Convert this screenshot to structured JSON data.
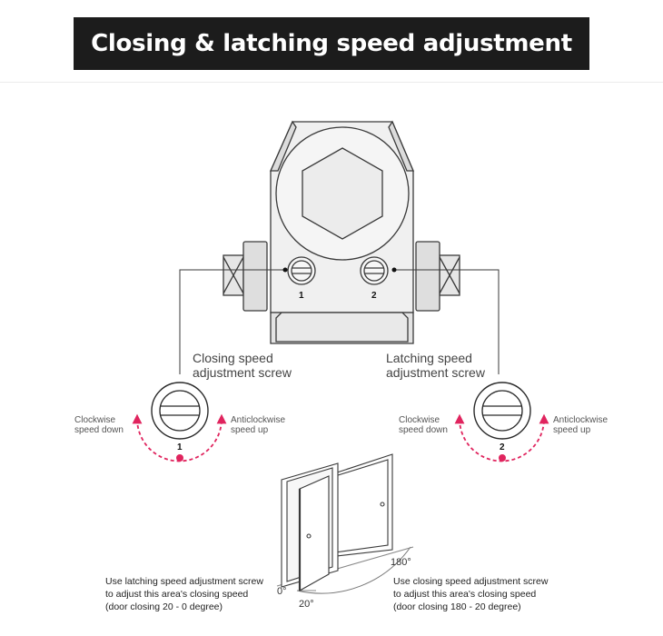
{
  "title": "Closing & latching speed adjustment",
  "screws": {
    "closing": {
      "number": "1",
      "label_line1": "Closing speed",
      "label_line2": "adjustment screw",
      "left_direction_line1": "Clockwise",
      "left_direction_line2": "speed down",
      "right_direction_line1": "Anticlockwise",
      "right_direction_line2": "speed up"
    },
    "latching": {
      "number": "2",
      "label_line1": "Latching speed",
      "label_line2": "adjustment screw",
      "left_direction_line1": "Clockwise",
      "left_direction_line2": "speed down",
      "right_direction_line1": "Anticlockwise",
      "right_direction_line2": "speed up"
    }
  },
  "door_diagram": {
    "angle_0": "0°",
    "angle_20": "20°",
    "angle_180": "180°",
    "note_left_line1": "Use latching speed adjustment screw",
    "note_left_line2": "to adjust this area's closing speed",
    "note_left_line3": "(door closing 20 - 0 degree)",
    "note_right_line1": "Use closing speed adjustment screw",
    "note_right_line2": "to adjust this area's closing speed",
    "note_right_line3": "(door closing 180 - 20 degree)"
  },
  "colors": {
    "title_background": "#1c1c1c",
    "title_text": "#ffffff",
    "line_art": "#3a3a3a",
    "body_fill": "#efefef",
    "accent_arrow": "#e0245e"
  },
  "icons": {
    "valve_body": "door-closer-valve-icon",
    "screw": "slotted-screw-icon",
    "rotation": "rotation-arrow-icon",
    "door": "door-icon"
  }
}
